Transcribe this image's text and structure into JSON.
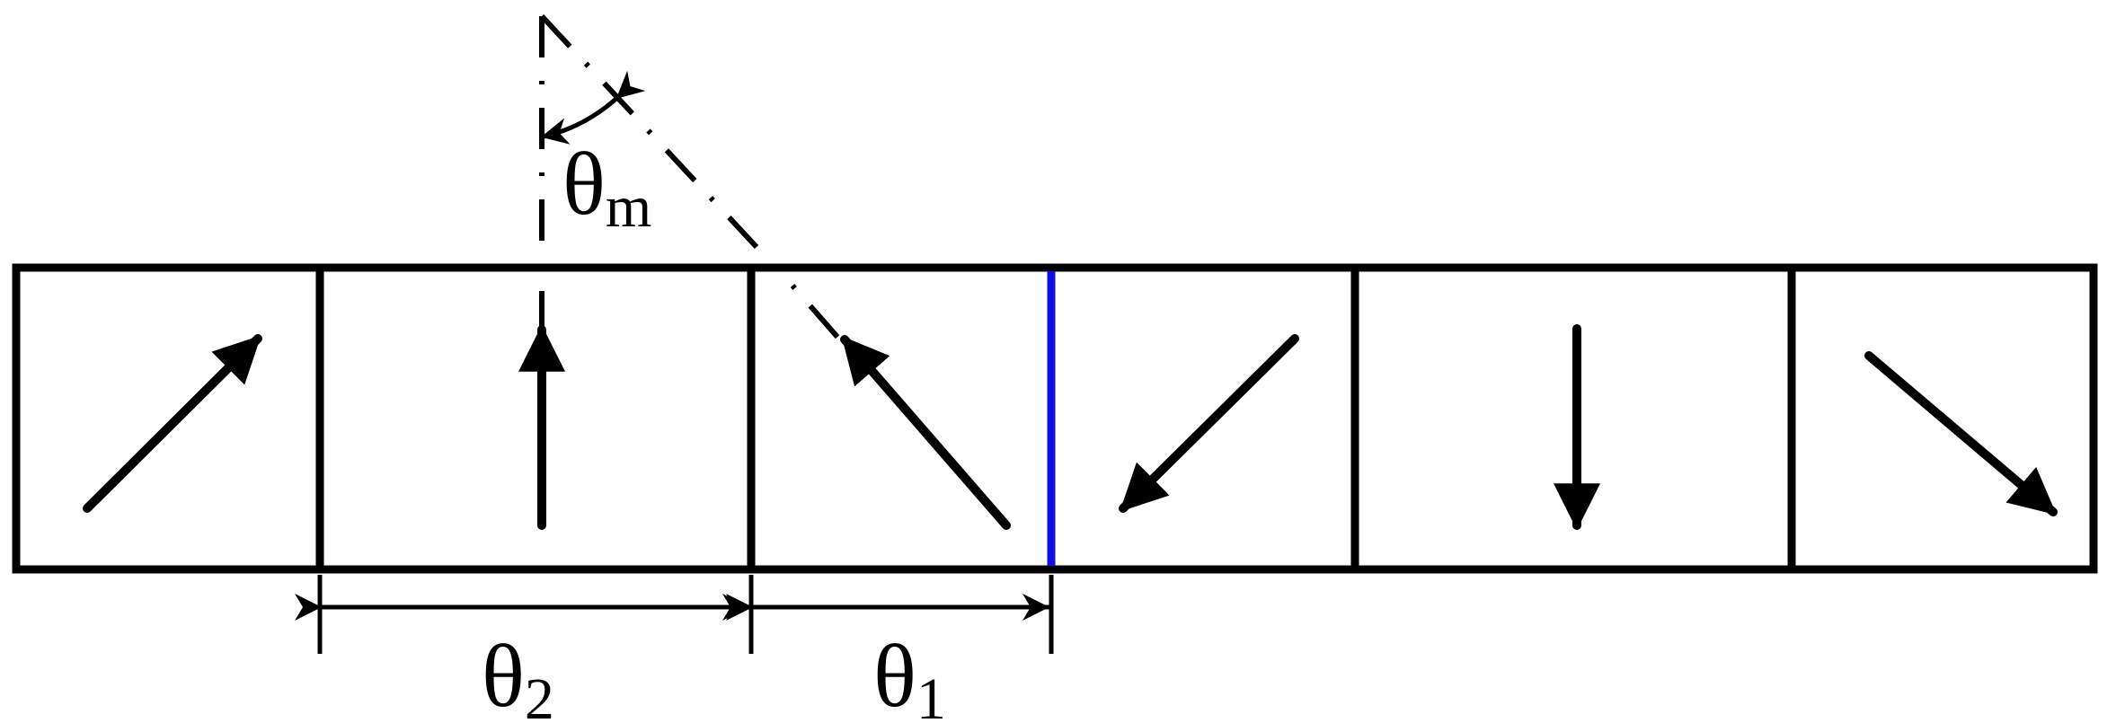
{
  "labels": {
    "theta_m": {
      "base": "θ",
      "sub": "m"
    },
    "theta_1": {
      "base": "θ",
      "sub": "1"
    },
    "theta_2": {
      "base": "θ",
      "sub": "2"
    }
  },
  "magnets": [
    {
      "direction": "up-right"
    },
    {
      "direction": "up"
    },
    {
      "direction": "up-left"
    },
    {
      "direction": "down-left"
    },
    {
      "direction": "down"
    },
    {
      "direction": "down-right"
    }
  ],
  "colors": {
    "stroke": "#000000",
    "boundary": "#1010e0",
    "background": "#ffffff"
  }
}
